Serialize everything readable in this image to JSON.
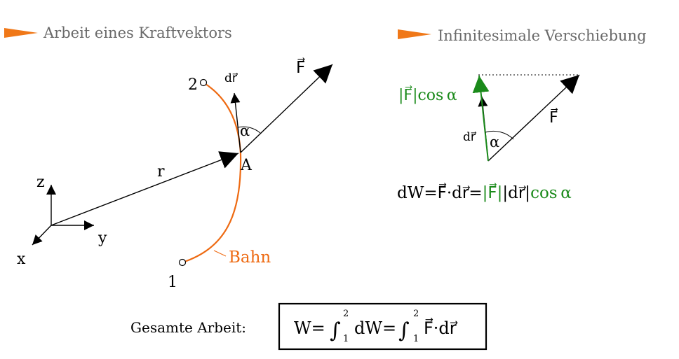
{
  "colors": {
    "accent": "#f07818",
    "path": "#ee6a12",
    "projection": "#1a8a1a",
    "text": "#000000",
    "heading": "#6a6a6a"
  },
  "icons": {
    "heading_marker": "orange-triangle-arrow"
  },
  "left_section": {
    "heading": "Arbeit eines Kraftvektors",
    "axes": {
      "z": "z",
      "y": "y",
      "x": "x"
    },
    "position_vector_label": "r",
    "point_a": "A",
    "point_1": "1",
    "point_2": "2",
    "dr_label": "dr⃗",
    "force_label": "F⃗",
    "angle_label": "α",
    "path_label": "Bahn"
  },
  "right_section": {
    "heading": "Infinitesimale Verschiebung",
    "projection_label": "|F⃗|cos α",
    "dr_label": "dr⃗",
    "force_label": "F⃗",
    "angle_label": "α",
    "formula": {
      "lhs": "dW=F⃗·dr⃗=",
      "green1": "|F⃗|",
      "mid": "|dr⃗|",
      "green2": "cos α"
    }
  },
  "total_work": {
    "label": "Gesamte Arbeit:",
    "formula": {
      "w_eq": "W=",
      "integral": "∫",
      "upper": "2",
      "lower": "1",
      "dw_eq": "dW=",
      "integrand": "F⃗·dr⃗"
    }
  }
}
